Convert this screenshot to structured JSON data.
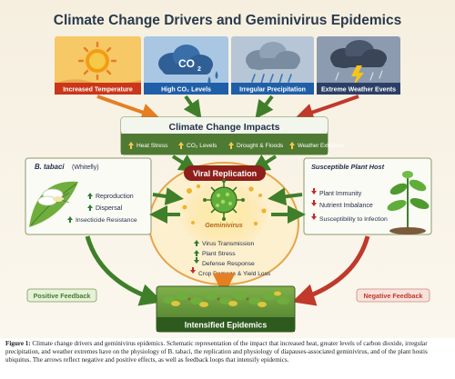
{
  "title": "Climate Change Drivers and Geminivirus Epidemics",
  "drivers": [
    {
      "label": "Increased Temperature",
      "icon": "sun-icon",
      "color": "#c9361a"
    },
    {
      "label": "High CO₂ Levels",
      "icon": "co2-cloud-icon",
      "color": "#1f5fa8"
    },
    {
      "label": "Irregular Precipitation",
      "icon": "rain-cloud-icon",
      "color": "#1f5fa8"
    },
    {
      "label": "Extreme Weather Events",
      "icon": "storm-cloud-icon",
      "color": "#2b3f66"
    }
  ],
  "impacts": {
    "title": "Climate Change Impacts",
    "items": [
      {
        "label": "Heat Stress",
        "arrow": "up"
      },
      {
        "label": "CO₂ Levels",
        "arrow": "up"
      },
      {
        "label": "Drought & Floods",
        "arrow": "up"
      },
      {
        "label": "Weather Extremes",
        "arrow": "up"
      }
    ]
  },
  "viral_replication": {
    "title": "Viral Replication",
    "virus_label": "Geminivirus"
  },
  "vector": {
    "title": "B. tabaci",
    "subtitle": "(Whitefly)",
    "items": [
      {
        "label": "Reproduction",
        "arrow": "up"
      },
      {
        "label": "Dispersal",
        "arrow": "up"
      },
      {
        "label": "Insecticide Resistance",
        "arrow": "up"
      }
    ]
  },
  "host": {
    "title": "Susceptible Plant Host",
    "items": [
      {
        "label": "Plant Immunity",
        "arrow": "down"
      },
      {
        "label": "Nutrient Imbalance",
        "arrow": "down"
      },
      {
        "label": "Susceptibility to Infection",
        "arrow": "down"
      }
    ]
  },
  "effects": [
    {
      "label": "Virus Transmission",
      "arrow": "up"
    },
    {
      "label": "Plant Stress",
      "arrow": "up"
    },
    {
      "label": "Defense Response",
      "arrow": "down"
    },
    {
      "label": "Crop Damage & Yield Loss",
      "arrow": "down"
    }
  ],
  "feedback": {
    "positive": "Positive Feedback",
    "negative": "Negative Feedback"
  },
  "outcome": "Intensified Epidemics",
  "caption": {
    "label": "Figure 1:",
    "text": " Climate change drivers and geminivirus epidemics. Schematic representation of the impact that increased heat, greater levels of carbon dioxide, irregular precipitation, and weather extremes have on the physiology of B. tabaci, the replication and physiology of diapauses-associated geminivirus, and of the plant hostis ubiquitus. The arrows reflect negative and positive effects, as well as feedback loops that intensify epidemics."
  },
  "colors": {
    "up": "#2e7d32",
    "down": "#c62828",
    "positive": "#3f7f2a",
    "negative": "#c0392b",
    "orange": "#e67e22",
    "dark_red": "#8e1f1a"
  }
}
